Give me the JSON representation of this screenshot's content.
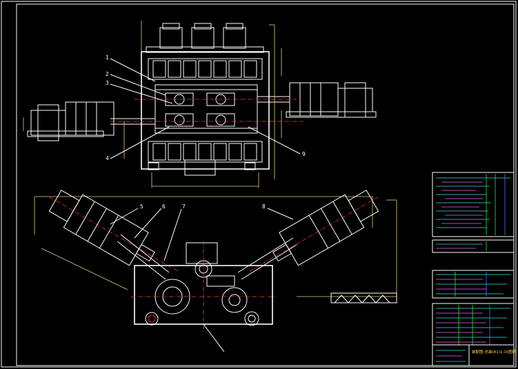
{
  "drawing": {
    "callouts": {
      "top": [
        {
          "id": "c1",
          "label": "1"
        },
        {
          "id": "c2",
          "label": "2"
        },
        {
          "id": "c3",
          "label": "3"
        },
        {
          "id": "c4",
          "label": "4"
        },
        {
          "id": "c9",
          "label": "9"
        }
      ],
      "bottom": [
        {
          "id": "c5",
          "label": "5"
        },
        {
          "id": "c6",
          "label": "6"
        },
        {
          "id": "c7",
          "label": "7"
        },
        {
          "id": "c8",
          "label": "8"
        }
      ]
    },
    "title_block": {
      "title": "装配图-总装(A1)1:10图纸"
    },
    "colors": {
      "background": "#000000",
      "outline": "#ffffff",
      "dimension": "#e8d27a",
      "centerline": "#ff3b3b",
      "table_cyan": "#35e0e0",
      "table_magenta": "#ff5aff",
      "table_green": "#2be84a",
      "table_blue": "#4a7bff",
      "title_yellow": "#ffd23a"
    }
  }
}
